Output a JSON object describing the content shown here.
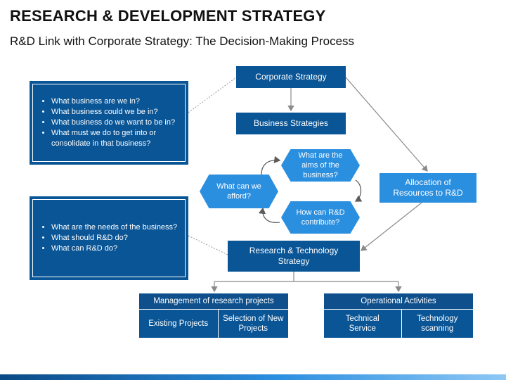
{
  "header": {
    "title": "RESEARCH & DEVELOPMENT STRATEGY",
    "subtitle": "R&D Link with Corporate Strategy: The Decision-Making Process"
  },
  "nodes": {
    "corporate_strategy": "Corporate Strategy",
    "business_strategies": "Business Strategies",
    "allocation": "Allocation of Resources to R&D",
    "research_tech": "Research & Technology Strategy"
  },
  "cycle": {
    "aims": "What are the aims of the business?",
    "contribute": "How can R&D contribute?",
    "afford": "What can we afford?"
  },
  "panels": {
    "business_questions": [
      "What business are we in?",
      "What business could we be in?",
      "What business do we want to be in?",
      "What must we do to get into or consolidate in that business?"
    ],
    "rd_questions": [
      "What are the needs of the business?",
      "What should R&D do?",
      "What can R&D do?"
    ]
  },
  "tables": {
    "management": {
      "header": "Management of research projects",
      "cells": [
        "Existing Projects",
        "Selection of New Projects"
      ]
    },
    "operational": {
      "header": "Operational Activities",
      "cells": [
        "Technical Service",
        "Technology scanning"
      ]
    }
  },
  "colors": {
    "navy": "#0a5596",
    "light_blue": "#2b8fe0",
    "connector": "#8a8a8a"
  }
}
